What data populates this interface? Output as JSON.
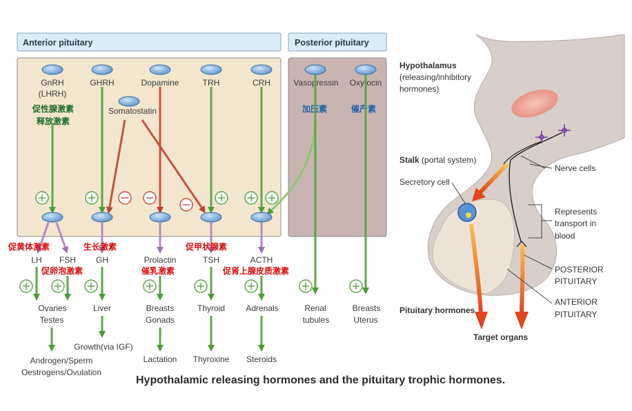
{
  "headers": {
    "anterior": "Anterior pituitary",
    "posterior": "Posterior pituitary"
  },
  "hypothalamic_hormones": {
    "gnrh": "GnRH",
    "lhrh": "(LHRH)",
    "ghrh": "GHRH",
    "dopamine": "Dopamine",
    "trh": "TRH",
    "crh": "CRH",
    "somatostatin": "Somatostatin",
    "vasopressin": "Vasopressin",
    "oxytocin": "Oxytocin"
  },
  "chinese": {
    "gnrh_line1": "促性腺激素",
    "gnrh_line2": "释放激素",
    "vasopressin": "加压素",
    "oxytocin": "催产素",
    "lh": "促黄体激素",
    "gh": "生长激素",
    "tsh": "促甲状腺素",
    "fsh": "促卵泡激素",
    "prolactin": "催乳激素",
    "acth": "促肾上腺皮质激素"
  },
  "pituitary_hormones": {
    "lh": "LH",
    "fsh": "FSH",
    "gh": "GH",
    "prolactin": "Prolactin",
    "tsh": "TSH",
    "acth": "ACTH"
  },
  "targets": {
    "ovaries": "Ovaries",
    "testes": "Testes",
    "liver": "Liver",
    "breasts": "Breasts",
    "gonads": "Gonads",
    "thyroid": "Thyroid",
    "adrenals": "Adrenals",
    "renal": "Renal",
    "tubules": "tubules",
    "breasts2": "Breasts",
    "uterus": "Uterus"
  },
  "effects": {
    "androgen": "Androgen/Sperm",
    "oestrogens": "Oestrogens/Ovulation",
    "growth": "Growth(via IGF)",
    "lactation": "Lactation",
    "thyroxine": "Thyroxine",
    "steroids": "Steroids"
  },
  "right_panel": {
    "hypothalamus": "Hypothalamus",
    "hyp_sub1": "(releasing/inhibitory",
    "hyp_sub2": "hormones)",
    "stalk_bold": "Stalk",
    "stalk_rest": " (portal system)",
    "secretory": "Secretory cell",
    "nerve": "Nerve cells",
    "represents1": "Represents",
    "represents2": "transport in",
    "represents3": "blood",
    "posterior1": "POSTERIOR",
    "posterior2": "PITUITARY",
    "anterior1": "ANTERIOR",
    "anterior2": "PITUITARY",
    "pit_hormones": "Pituitary hormones",
    "target_organs": "Target organs"
  },
  "caption": "Hypothalamic releasing hormones and the pituitary trophic hormones.",
  "colors": {
    "anterior_panel": "#f3e6cf",
    "posterior_panel": "#c8b5b2",
    "header_bg": "#dcecf7",
    "oval": "#8db8e2",
    "stim_arrow": "#5fa548",
    "inhib_arrow": "#c4533f",
    "pit_arrow": "#b28bbd",
    "caption": "#2b2b2b"
  }
}
